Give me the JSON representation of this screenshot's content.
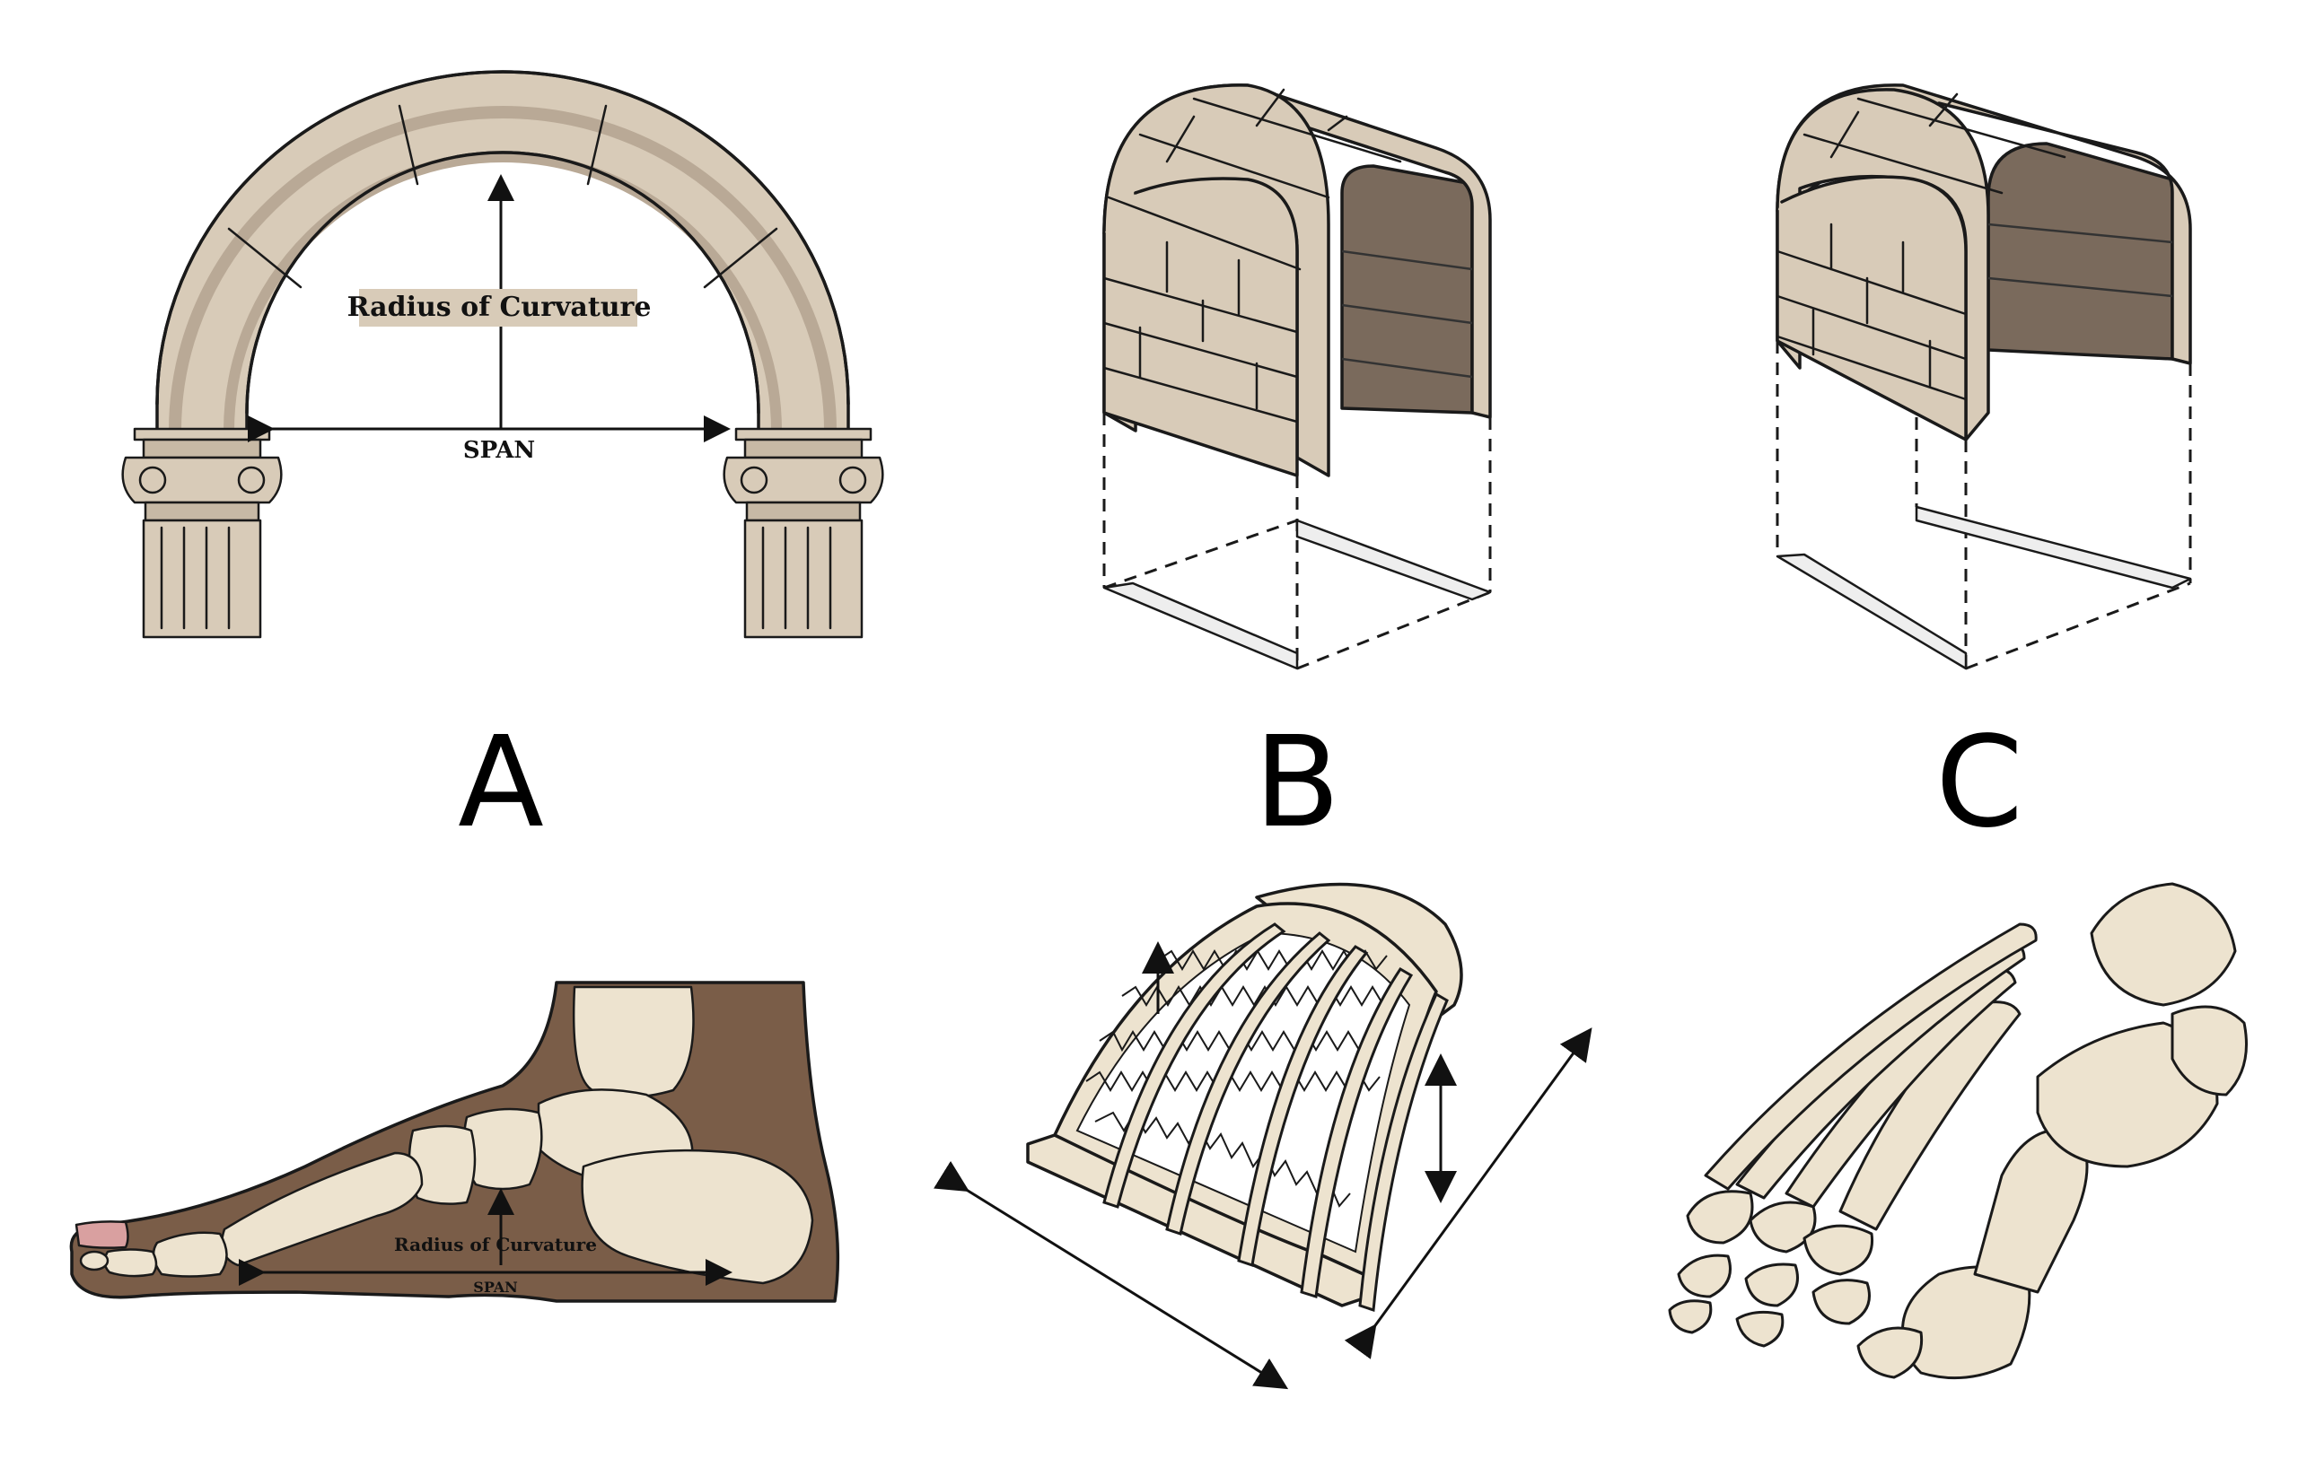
{
  "figure": {
    "panel_letters": [
      "A",
      "B",
      "C"
    ],
    "arch": {
      "radius_label": "Radius of Curvature",
      "span_label": "SPAN"
    },
    "foot": {
      "radius_label": "Radius of Curvature",
      "span_label": "SPAN"
    }
  },
  "colors": {
    "stone": "#d8cbb8",
    "stone_dark": "#b9a996",
    "vault_inner": "#7a6a5c",
    "skin_shadow": "#7a5d48",
    "bone": "#ede3cf",
    "toenail": "#d9a0a0"
  }
}
